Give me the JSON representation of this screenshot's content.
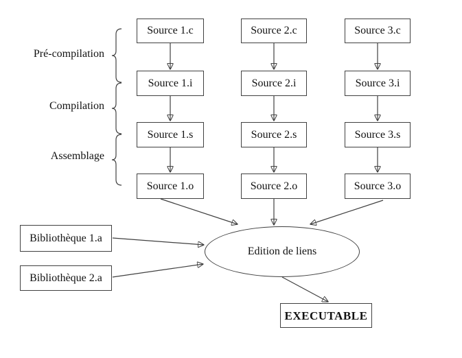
{
  "stages": [
    {
      "label": "Pré-compilation"
    },
    {
      "label": "Compilation"
    },
    {
      "label": "Assemblage"
    }
  ],
  "columns": [
    {
      "boxes": [
        "Source 1.c",
        "Source 1.i",
        "Source 1.s",
        "Source 1.o"
      ]
    },
    {
      "boxes": [
        "Source 2.c",
        "Source 2.i",
        "Source 2.s",
        "Source 2.o"
      ]
    },
    {
      "boxes": [
        "Source 3.c",
        "Source 3.i",
        "Source 3.s",
        "Source 3.o"
      ]
    }
  ],
  "libraries": [
    {
      "label": "Bibliothèque 1.a"
    },
    {
      "label": "Bibliothèque 2.a"
    }
  ],
  "linker": {
    "label": "Edition de liens"
  },
  "output": {
    "label": "EXECUTABLE"
  },
  "colors": {
    "background": "#ffffff",
    "line": "#3f3f3f",
    "border": "#3f3f3f",
    "text": "#111111"
  }
}
